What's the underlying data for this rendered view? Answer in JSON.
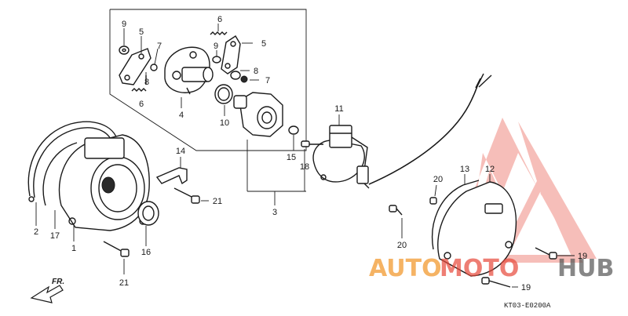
{
  "diagram": {
    "code": "KT03-E0200A",
    "direction_label": "FR.",
    "callouts": [
      "9",
      "5",
      "6",
      "5",
      "7",
      "9",
      "8",
      "8",
      "6",
      "4",
      "7",
      "10",
      "11",
      "14",
      "15",
      "18",
      "2",
      "17",
      "1",
      "16",
      "21",
      "21",
      "3",
      "20",
      "13",
      "12",
      "20",
      "19",
      "19"
    ],
    "watermark": {
      "left": "AUTO",
      "right": "HUB",
      "middle": "MOTO"
    },
    "colors": {
      "line": "#1a1a1a",
      "watermark_red": "#e8483a",
      "watermark_orange": "#f4a64a",
      "watermark_grey": "#555555"
    }
  }
}
